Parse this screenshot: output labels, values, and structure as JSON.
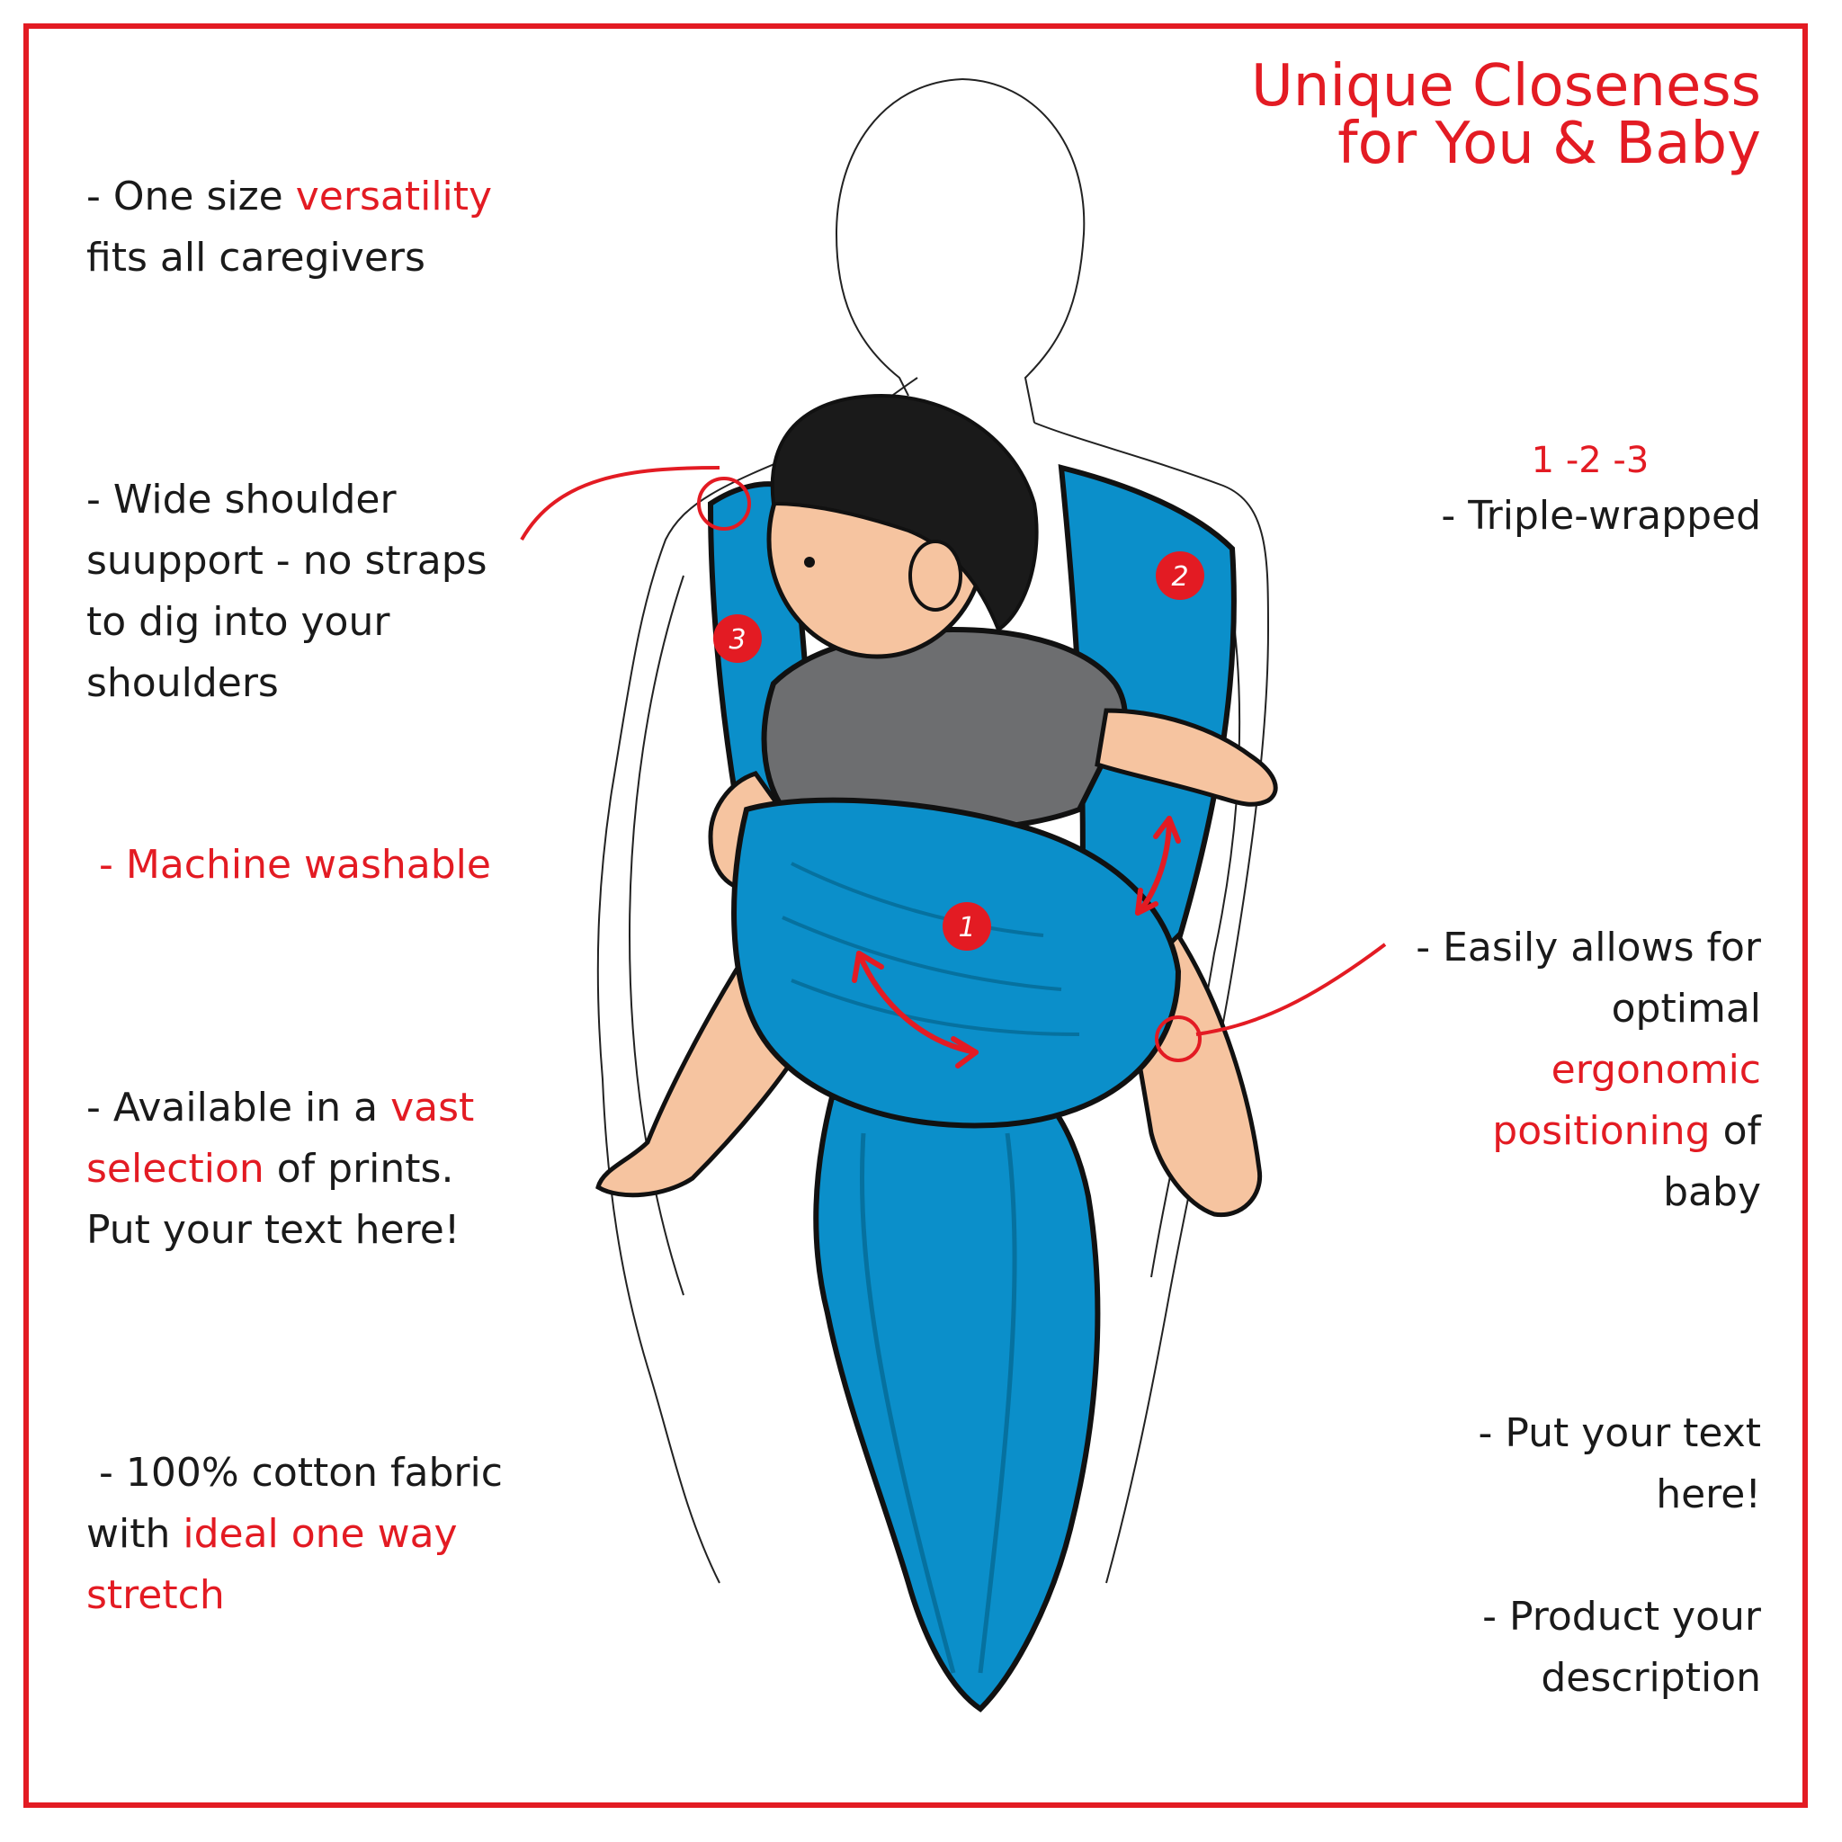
{
  "title": {
    "line1": "Unique Closeness",
    "line2": "for You & Baby"
  },
  "features_left": {
    "versatility": {
      "a": "- One size ",
      "b": "versatility",
      "c": "fits all caregivers"
    },
    "shoulder": {
      "l1": "- Wide shoulder",
      "l2": "suupport - no straps",
      "l3": "to dig into your",
      "l4": "shoulders"
    },
    "washable": " - Machine washable",
    "prints": {
      "a": "- Available in a ",
      "b": "vast",
      "c": "selection",
      "d": " of prints.",
      "e": "Put your text here!"
    },
    "cotton": {
      "a": " - 100% cotton fabric",
      "b": "with ",
      "c": "ideal one way",
      "d": "stretch"
    }
  },
  "features_right": {
    "triple": {
      "numbers": "1 -2 -3",
      "label": "- Triple-wrapped"
    },
    "ergonomic": {
      "a": "- Easily allows for",
      "b": "optimal",
      "c": "ergonomic",
      "d": "positioning",
      "e": " of",
      "f": "baby"
    },
    "placeholder1": {
      "a": "- Put your text",
      "b": "here!"
    },
    "placeholder2": {
      "a": "- Product your",
      "b": "description"
    }
  },
  "badges": [
    "1",
    "2",
    "3"
  ],
  "colors": {
    "accent": "#e31b23",
    "wrap_blue": "#0b8fca",
    "wrap_dark": "#06719f",
    "skin": "#f6c4a0",
    "shirt": "#6d6e70",
    "hair": "#1a1a1a"
  }
}
